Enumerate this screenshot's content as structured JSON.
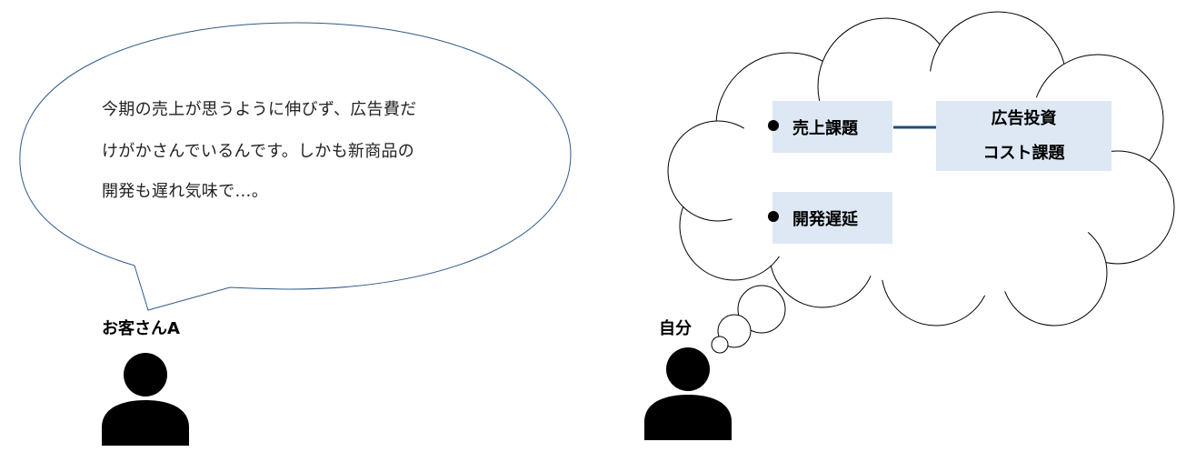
{
  "speech": {
    "lines": [
      "今期の売上が思うように伸びず、広告費だ",
      "けがかさんでいるんです。しかも新商品の",
      "開発も遅れ気味で…。"
    ]
  },
  "people": {
    "customer": {
      "label": "お客さんA",
      "icon": "person-icon"
    },
    "self": {
      "label": "自分",
      "icon": "person-icon"
    }
  },
  "thought": {
    "items": [
      {
        "label": "売上課題"
      },
      {
        "label": "開発遅延"
      }
    ],
    "related": {
      "lines": [
        "広告投資",
        "コスト課題"
      ]
    }
  },
  "colors": {
    "box_fill": "#dde8f4",
    "bubble_stroke": "#2f5a8a",
    "connector": "#1f4e79",
    "person": "#000000"
  }
}
